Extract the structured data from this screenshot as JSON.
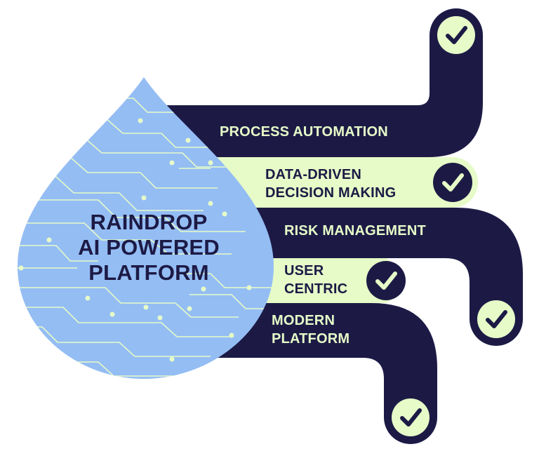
{
  "title": {
    "lines": [
      "RAINDROP",
      "AI POWERED",
      "PLATFORM"
    ]
  },
  "branches": [
    {
      "id": "process-automation",
      "lines": [
        "PROCESS AUTOMATION"
      ],
      "checked": true
    },
    {
      "id": "data-driven-decision-making",
      "lines": [
        "DATA-DRIVEN",
        "DECISION MAKING"
      ],
      "checked": true
    },
    {
      "id": "risk-management",
      "lines": [
        "RISK MANAGEMENT"
      ],
      "checked": true
    },
    {
      "id": "user-centric",
      "lines": [
        "USER",
        "CENTRIC"
      ],
      "checked": true
    },
    {
      "id": "modern-platform",
      "lines": [
        "MODERN",
        "PLATFORM"
      ],
      "checked": true
    }
  ],
  "colors": {
    "navy": "#1c1a45",
    "lime": "#e6fbc8",
    "drop_blue": "#94bdf4",
    "circuit": "#e6fbc8"
  },
  "icons": {
    "check": "check-icon",
    "drop": "raindrop-shape"
  }
}
